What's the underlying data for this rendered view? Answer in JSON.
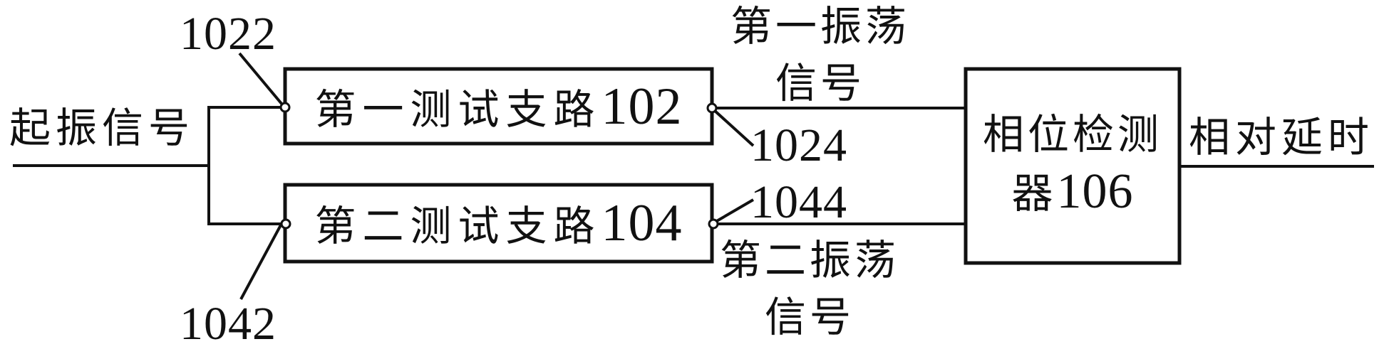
{
  "colors": {
    "ink": "#111111",
    "background": "#ffffff"
  },
  "diagram": {
    "input_label": "起振信号",
    "output_label": "相对延时",
    "boxes": [
      {
        "name": "第一测试支路",
        "number": "102"
      },
      {
        "name": "第二测试支路",
        "number": "104"
      },
      {
        "line1": "相位检测",
        "line2_prefix": "器",
        "number": "106"
      }
    ],
    "signal_labels": {
      "osc1_line1": "第一振荡",
      "osc1_line2": "信号",
      "osc2_line1": "第二振荡",
      "osc2_line2": "信号"
    },
    "reference_numerals": {
      "r1022": "1022",
      "r1042": "1042",
      "r1024": "1024",
      "r1044": "1044"
    }
  }
}
